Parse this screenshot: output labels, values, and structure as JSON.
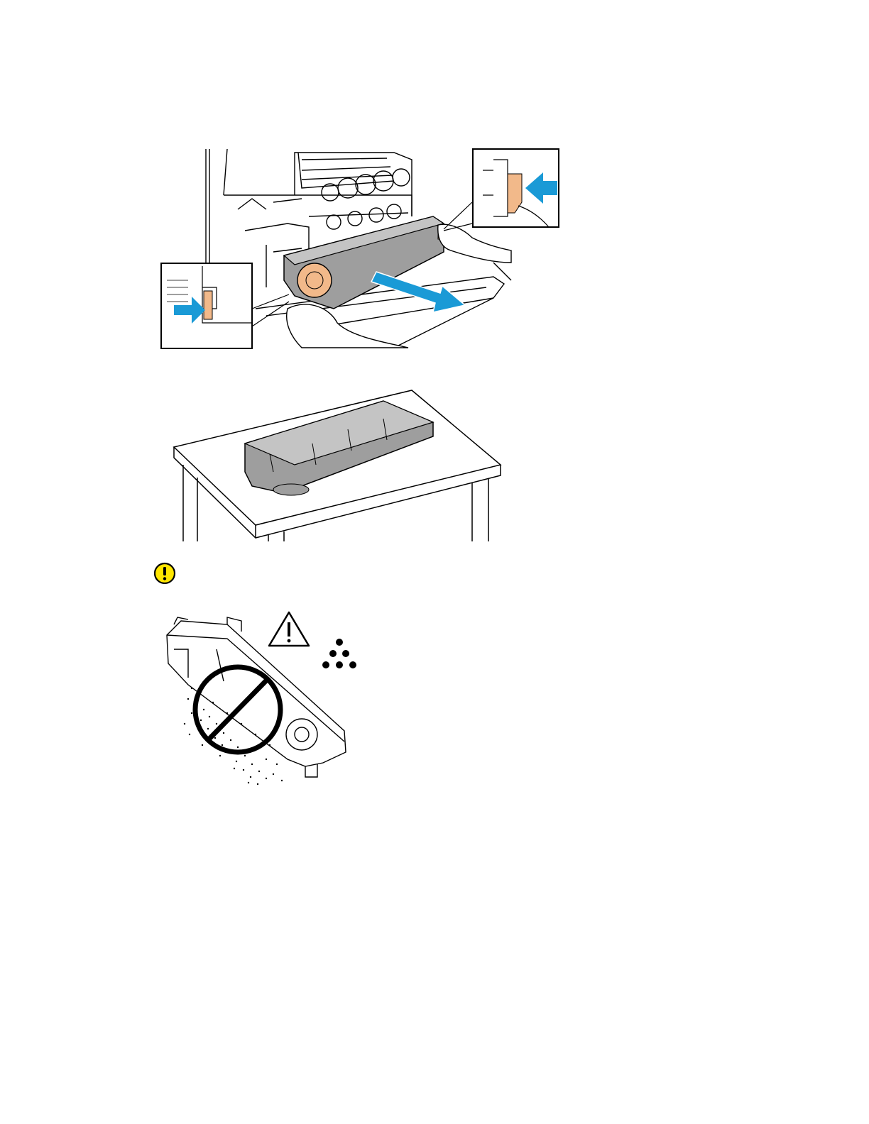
{
  "figures": [
    {
      "id": "remove-waste-container",
      "description_icon": "hands-removing-cartridge"
    },
    {
      "id": "place-on-table",
      "description_icon": "cartridge-on-table"
    },
    {
      "id": "do-not-tilt",
      "description_icon": "no-tilt-spill-warning"
    }
  ],
  "colors": {
    "arrow": "#1a9ad6",
    "latch": "#f2b98a",
    "cartridge": "#9e9e9e",
    "caution_fill": "#ffe600",
    "line": "#000000"
  },
  "icons": {
    "caution": "caution-icon",
    "warning": "warning-triangle-icon",
    "toner": "toner-dots-icon",
    "prohibited": "prohibited-icon"
  }
}
